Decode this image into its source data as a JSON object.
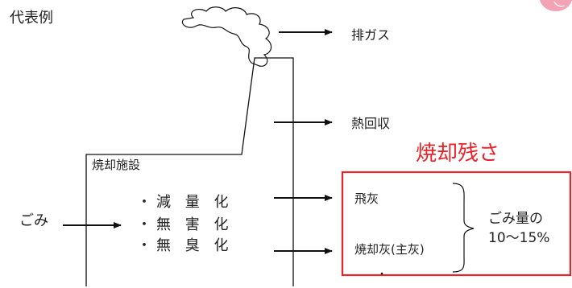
{
  "heading": "代表例",
  "facility_label": "焼却施設",
  "input_label": "ごみ",
  "outputs": {
    "exhaust": "排ガス",
    "heat": "熱回収"
  },
  "benefits": [
    "・減 量 化",
    "・無 害 化",
    "・無 臭 化"
  ],
  "residue": {
    "title": "焼却残さ",
    "items": [
      "飛灰",
      "焼却灰(主灰)"
    ],
    "ratio_line1": "ごみ量の",
    "ratio_line2": "10〜15%"
  },
  "colors": {
    "line": "#111111",
    "highlight": "#e8232a",
    "text": "#222222"
  }
}
